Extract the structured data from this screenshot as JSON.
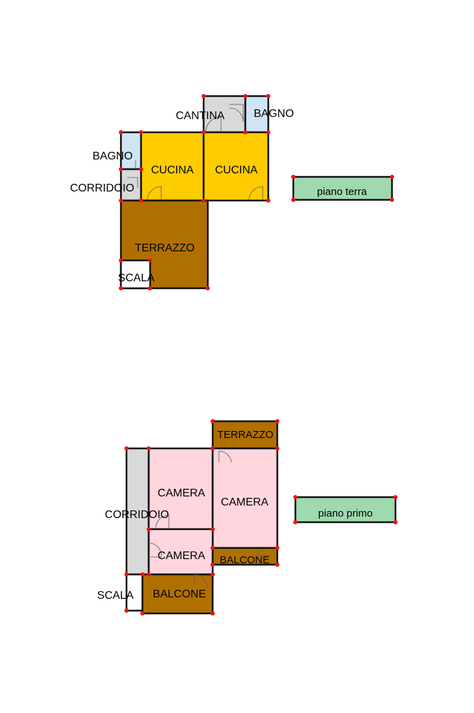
{
  "colors": {
    "kitchen": "#ffcc00",
    "bathroom": "#cfe5f6",
    "service": "#d9d9d9",
    "terrace": "#b07000",
    "bedroom": "#ffd6de",
    "stair": "#ffffff",
    "legend": "#9fd9ae",
    "vertex": "#ee1111"
  },
  "ground_floor": {
    "legend_label": "piano terra",
    "rooms": {
      "cantina": "CANTINA",
      "bagno_top": "BAGNO",
      "bagno_left": "BAGNO",
      "cucina_left": "CUCINA",
      "cucina_right": "CUCINA",
      "corridoio": "CORRIDOIO",
      "terrazzo": "TERRAZZO",
      "scala": "SCALA"
    }
  },
  "first_floor": {
    "legend_label": "piano primo",
    "rooms": {
      "terrazzo": "TERRAZZO",
      "camera_top": "CAMERA",
      "camera_right": "CAMERA",
      "corridoio": "CORRIDOIO",
      "camera_bottom": "CAMERA",
      "balcone_right": "BALCONE",
      "balcone_bottom": "BALCONE",
      "scala": "SCALA"
    }
  }
}
